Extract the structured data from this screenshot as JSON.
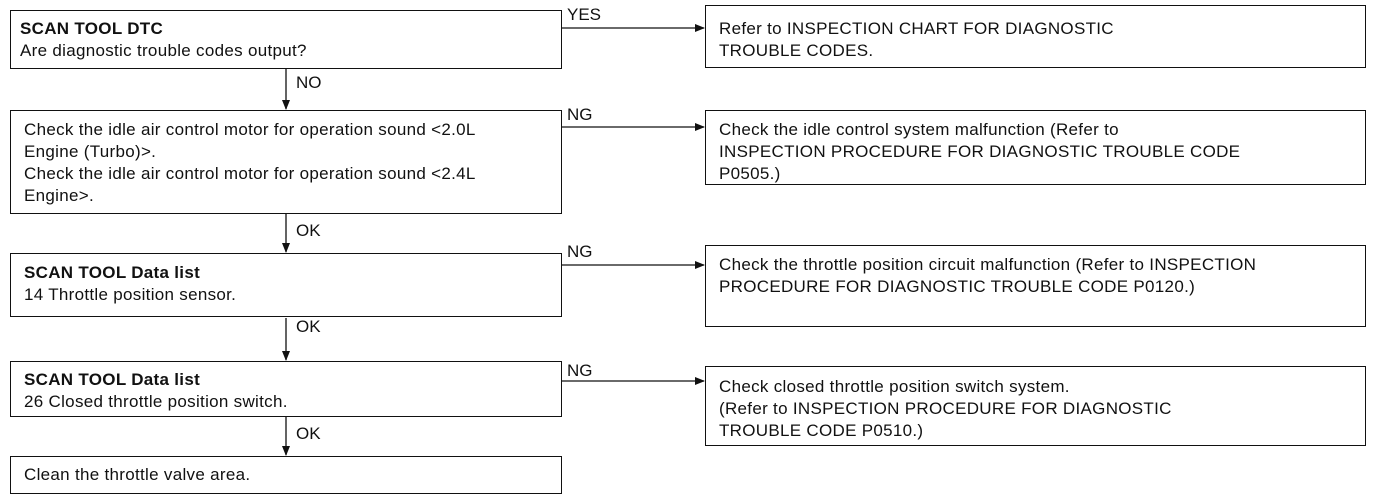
{
  "steps": [
    {
      "title": "SCAN TOOL DTC",
      "lines": [
        "Are diagnostic trouble codes output?"
      ]
    },
    {
      "title": "",
      "lines": [
        "Check the idle air control motor for operation sound <2.0L",
        "Engine (Turbo)>.",
        "Check the idle air control motor for operation sound <2.4L",
        "Engine>."
      ]
    },
    {
      "title": "SCAN TOOL Data list",
      "lines": [
        "14 Throttle position sensor."
      ]
    },
    {
      "title": "SCAN TOOL Data list",
      "lines": [
        "26 Closed throttle position switch."
      ]
    },
    {
      "title": "",
      "lines": [
        "Clean the throttle valve area."
      ]
    }
  ],
  "results": [
    {
      "lines": [
        "Refer to  INSPECTION  CHART  FOR  DIAGNOSTIC",
        "TROUBLE CODES."
      ]
    },
    {
      "lines": [
        "Check the idle control system malfunction (Refer to",
        "INSPECTION PROCEDURE FOR DIAGNOSTIC TROUBLE CODE",
        "P0505.)"
      ]
    },
    {
      "lines": [
        "Check the throttle position circuit malfunction (Refer to INSPECTION",
        "PROCEDURE  FOR  DIAGNOSTIC  TROUBLE  CODE  P0120.)"
      ]
    },
    {
      "lines": [
        "Check closed throttle position switch system.",
        "(Refer to INSPECTION PROCEDURE FOR DIAGNOSTIC",
        "TROUBLE CODE  P0510.)"
      ]
    }
  ],
  "branch_labels": [
    "YES",
    "NG",
    "NG",
    "NG"
  ],
  "down_labels": [
    "NO",
    "OK",
    "OK",
    "OK"
  ]
}
